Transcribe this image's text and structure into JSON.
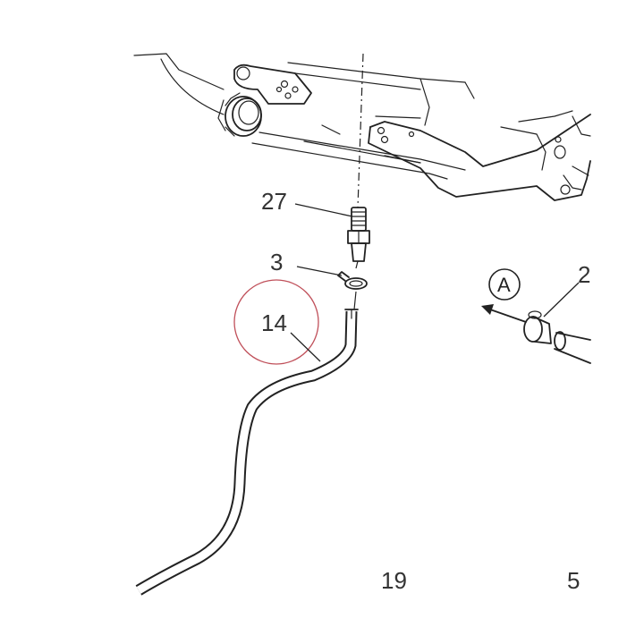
{
  "callouts": {
    "c27": "27",
    "c3": "3",
    "c14": "14",
    "c2": "2",
    "c19": "19",
    "c5": "5",
    "view_a": "A"
  },
  "colors": {
    "line": "#222222",
    "text": "#333333",
    "highlight_circle": "#c0505a",
    "background": "#ffffff"
  }
}
